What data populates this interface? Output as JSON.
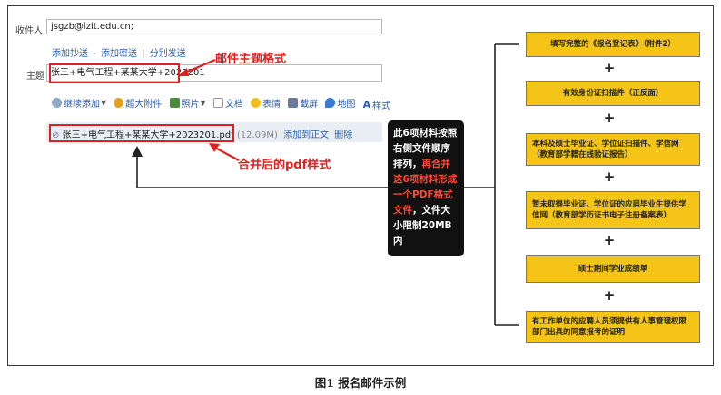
{
  "composer": {
    "recipient_label": "收件人",
    "recipient_value": "jsgzb@lzit.edu.cn;",
    "recipient_links": [
      "添加抄送",
      "添加密送",
      "分别发送"
    ],
    "subject_label": "主题",
    "subject_value": "张三+电气工程+某某大学+2023201",
    "toolbar": [
      "继续添加",
      "超大附件",
      "照片",
      "文档",
      "表情",
      "截屏",
      "地图",
      "样式"
    ],
    "attachment": {
      "file_name": "张三+电气工程+某某大学+2023201.pdf",
      "file_size": "(12.09M)",
      "actions": [
        "添加到正文",
        "删除"
      ]
    }
  },
  "annotations": {
    "subject_format": "邮件主题格式",
    "merged_pdf_style": "合并后的pdf样式"
  },
  "center_note": {
    "part1": "此6项材料按照右侧文件顺序排列，",
    "part2": "再合并这6项材料形成一个PDF格式文件",
    "part3": "，文件大小限制20MB内"
  },
  "steps": [
    "填写完整的《报名登记表》（附件2）",
    "有效身份证扫描件（正反面）",
    "本科及硕士毕业证、学位证扫描件、学信网（教育部学籍在线验证报告）",
    "暂未取得毕业证、学位证的应届毕业生提供学信网（教育部学历证书电子注册备案表）",
    "硕士期间学业成绩单",
    "有工作单位的应聘人员须提供有人事管理权限部门出具的同意报考的证明"
  ],
  "plus_sign": "+",
  "colors": {
    "step_fill": "#f5c418",
    "highlight": "#e02020",
    "note_bg": "#111111",
    "link": "#2a63b2"
  },
  "caption": "图1 报名邮件示例"
}
